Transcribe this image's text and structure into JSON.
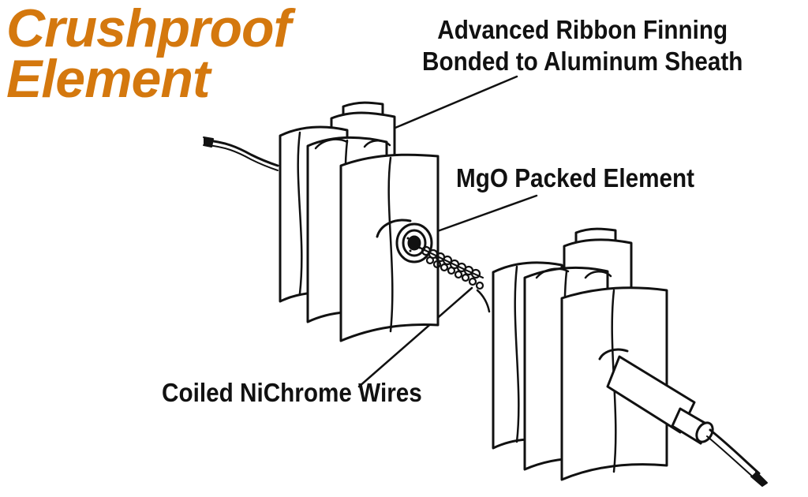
{
  "title": {
    "line1": "Crushproof",
    "line2": "Element",
    "color": "#D4780E"
  },
  "callouts": {
    "ribbon_finning": {
      "line1": "Advanced Ribbon Finning",
      "line2": "Bonded to Aluminum Sheath"
    },
    "mgo": "MgO Packed Element",
    "nichrome": "Coiled NiChrome Wires"
  },
  "colors": {
    "ink": "#111111",
    "fill": "#ffffff"
  }
}
